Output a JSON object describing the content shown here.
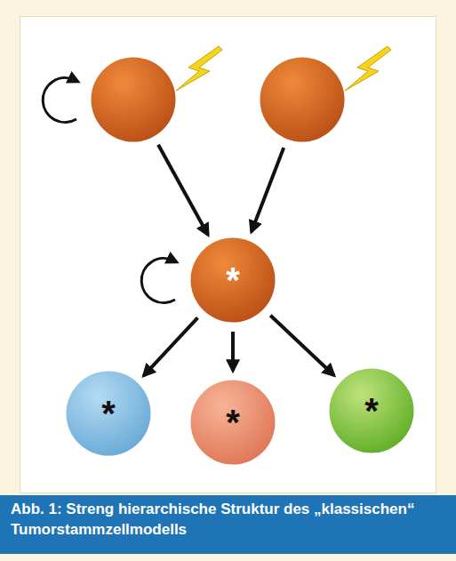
{
  "diagram": {
    "caption": "Abb. 1: Streng hierarchische Struktur des „klassischen“ Tumorstammzellmodells",
    "nodes": [
      {
        "text": []
      },
      {
        "text": []
      },
      {
        "text": [
          "*"
        ]
      },
      {
        "text": [
          "*"
        ]
      },
      {
        "text": [
          "*"
        ]
      },
      {
        "text": [
          "*"
        ]
      }
    ],
    "edges": [
      {
        "from": 0,
        "to": 2,
        "arrow": "to"
      },
      {
        "from": 1,
        "to": 2,
        "arrow": "to"
      },
      {
        "from": 2,
        "to": 3,
        "arrow": "to"
      },
      {
        "from": 2,
        "to": 4,
        "arrow": "to"
      },
      {
        "from": 2,
        "to": 5,
        "arrow": "to"
      }
    ]
  }
}
